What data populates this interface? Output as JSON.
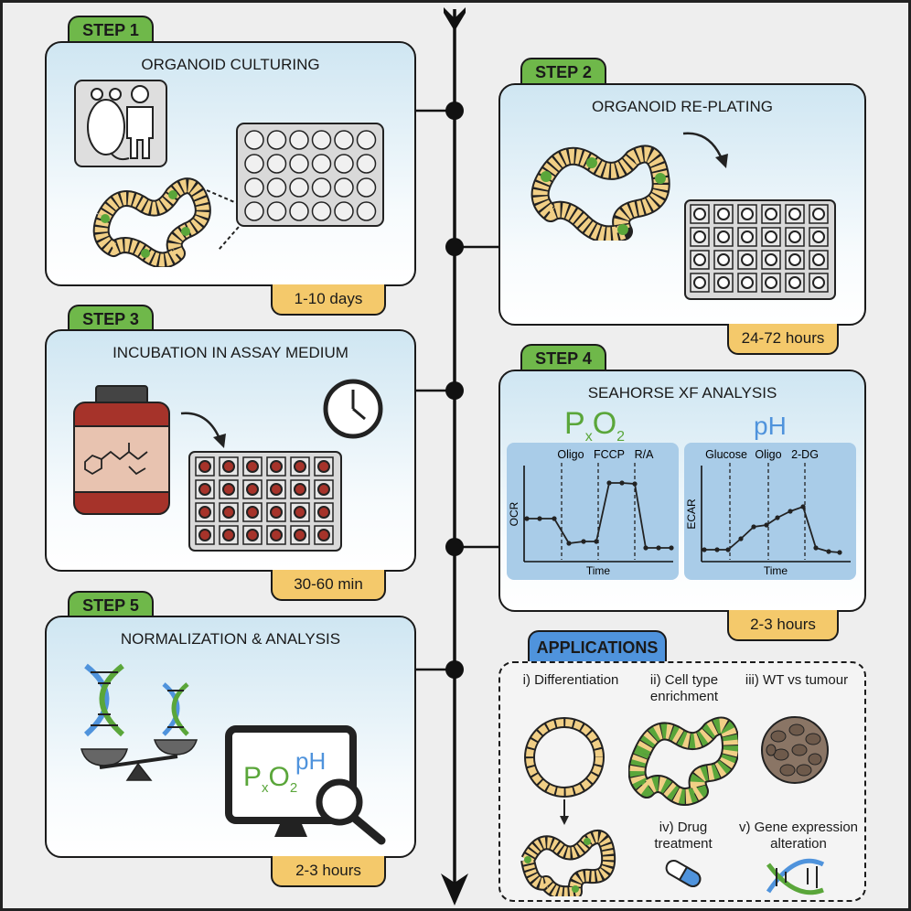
{
  "steps": {
    "s1": {
      "tab": "STEP 1",
      "title": "ORGANOID CULTURING",
      "duration": "1-10 days"
    },
    "s2": {
      "tab": "STEP 2",
      "title": "ORGANOID RE-PLATING",
      "duration": "24-72 hours"
    },
    "s3": {
      "tab": "STEP 3",
      "title": "INCUBATION IN ASSAY MEDIUM",
      "duration": "30-60 min"
    },
    "s4": {
      "tab": "STEP 4",
      "title": "SEAHORSE XF ANALYSIS",
      "duration": "2-3 hours"
    },
    "s5": {
      "tab": "STEP 5",
      "title": "NORMALIZATION & ANALYSIS",
      "duration": "2-3 hours"
    }
  },
  "analysis": {
    "oxygen": {
      "main": "P",
      "sub": "x",
      "main2": "O",
      "sub2": "2"
    },
    "ph": "pH",
    "ocr_chart": {
      "ylabel": "OCR",
      "xlabel": "Time",
      "events": [
        "Oligo",
        "FCCP",
        "R/A"
      ]
    },
    "ecar_chart": {
      "ylabel": "ECAR",
      "xlabel": "Time",
      "events": [
        "Glucose",
        "Oligo",
        "2-DG"
      ]
    }
  },
  "normalization": {
    "oxygen": {
      "main": "P",
      "sub": "x",
      "main2": "O",
      "sub2": "2"
    },
    "ph": "pH"
  },
  "applications": {
    "tab": "APPLICATIONS",
    "items": [
      {
        "line1": "i) Differentiation",
        "line2": ""
      },
      {
        "line1": "ii) Cell type",
        "line2": "enrichment"
      },
      {
        "line1": "iii) WT vs tumour",
        "line2": ""
      },
      {
        "line1": "iv) Drug",
        "line2": "treatment"
      },
      {
        "line1": "v) Gene expression",
        "line2": "alteration"
      }
    ]
  },
  "colors": {
    "step_tab": "#6fb84a",
    "time_tab": "#f4c96b",
    "app_tab": "#4f93dc",
    "panel_top": "#cfe6f2",
    "green": "#5aa63a",
    "blue": "#4f93dc",
    "organoid": "#f1cf86",
    "medium": "#a6332a"
  },
  "icons": [
    "mouse-icon",
    "human-icon",
    "well-plate-icon",
    "organoid-icon",
    "bottle-icon",
    "clock-icon",
    "dna-icon",
    "scale-icon",
    "monitor-icon",
    "magnifier-icon",
    "pill-icon",
    "tumour-icon"
  ]
}
